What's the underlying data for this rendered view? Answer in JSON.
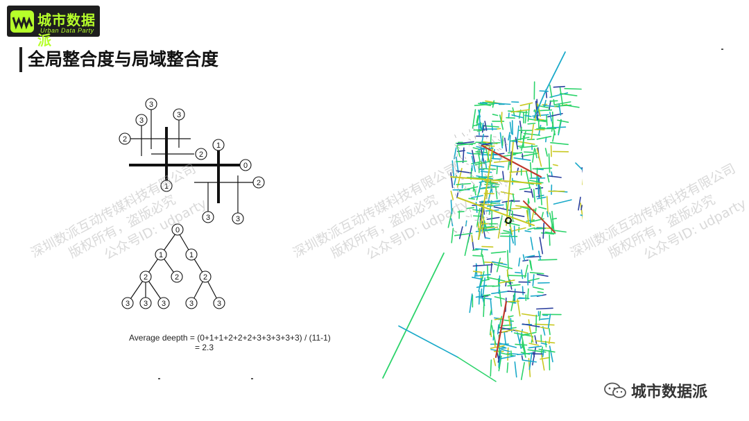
{
  "logo": {
    "name_cn": "城市数据派",
    "name_en": "Urban Data Party",
    "color": "#b6ff2a"
  },
  "title": "全局整合度与局域整合度",
  "depth_values": {
    "axial_lines": [
      "3",
      "3",
      "3",
      "2",
      "2",
      "1",
      "0",
      "1",
      "2",
      "3",
      "3"
    ],
    "tree": [
      "0",
      "1",
      "1",
      "2",
      "2",
      "2",
      "3",
      "3",
      "3",
      "3",
      "3"
    ]
  },
  "formula": {
    "line1": "Average deepth = (0+1+1+2+2+2+3+3+3+3+3) / (11-1)",
    "line2": "= 2.3"
  },
  "watermark": {
    "line1": "深圳数派互动传媒科技有限公司",
    "line2": "版权所有，盗版必究",
    "line3": "公众号ID: udparty"
  },
  "brand": "城市数据派",
  "map_colors": {
    "low": "#2b3f9e",
    "mid_low": "#18a9c9",
    "mid": "#2bd36a",
    "mid_high": "#c8c820",
    "high": "#c0392b"
  }
}
